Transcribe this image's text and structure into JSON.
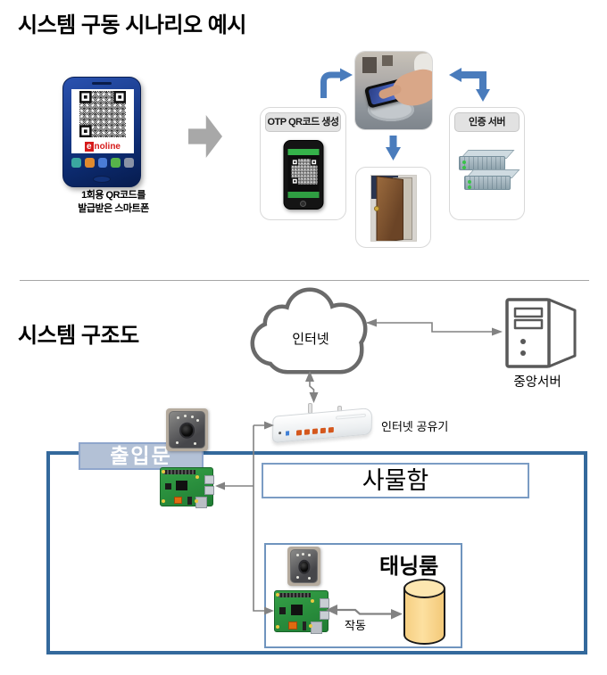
{
  "section1": {
    "title": "시스템 구동 시나리오 예시",
    "smartphone": {
      "logo_e": "e",
      "logo_rest": "noline",
      "caption_line1": "1회용 QR코드를",
      "caption_line2": "발급받은 스마트폰"
    },
    "cards": {
      "otp_header": "OTP QR코드 생성",
      "auth_header": "인증 서버"
    }
  },
  "section2": {
    "title": "시스템 구조도",
    "cloud_label": "인터넷",
    "central_server_label": "중앙서버",
    "router_label": "인터넷 공유기",
    "entrance_label": "출입문",
    "locker_label": "사물함",
    "tanning_label": "태닝룸",
    "action_label": "작동"
  },
  "graphics": [
    "smartphone-with-qr",
    "right-block-arrow",
    "otp-phone-qr",
    "nfc-scan-photo",
    "auth-server-stack",
    "door-photo",
    "internet-cloud",
    "central-server-tower",
    "wifi-router",
    "qr-scanner-module",
    "raspberry-pi-board",
    "database-cylinder"
  ],
  "colors": {
    "arrow_blue": "#4a7cbc",
    "block_arrow_gray": "#a8a8a8",
    "connector_gray": "#828282",
    "outer_box_border": "#34699c",
    "room_box_border": "#7b9cc4",
    "entrance_fill": "#b3c1d6",
    "entrance_border": "#8fa6cc",
    "cylinder_fill": "#fbd98e",
    "card_border": "#d9d9d9",
    "cloud_stroke": "#6a6a6a"
  }
}
